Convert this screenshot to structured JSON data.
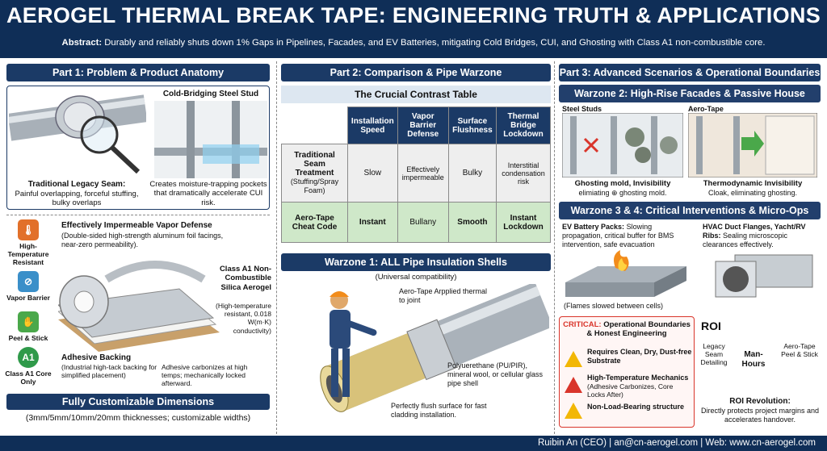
{
  "header": {
    "title": "AEROGEL THERMAL BREAK TAPE: ENGINEERING TRUTH & APPLICATIONS",
    "abstract_label": "Abstract:",
    "abstract_text": "Durably and reliably shuts down 1% Gaps in Pipelines, Facades, and EV Batteries, mitigating Cold Bridges, CUI, and Ghosting with Class A1 non-combustible core."
  },
  "part1": {
    "banner": "Part 1: Problem & Product Anatomy",
    "stud_label": "Cold-Bridging Steel Stud",
    "legacy_title": "Traditional Legacy Seam:",
    "legacy_text": "Painful overlapping, forceful stuffing, bulky overlaps",
    "cui_text": "Creates moisture-trapping pockets that dramatically accelerate CUI risk.",
    "icons": [
      {
        "label": "High-Temperature Resistant",
        "icon": "thermometer-icon",
        "color": "#e2702a"
      },
      {
        "label": "Vapor Barrier",
        "icon": "vapor-barrier-icon",
        "color": "#3a8fc9"
      },
      {
        "label": "Peel & Stick",
        "icon": "peel-stick-icon",
        "color": "#4aa84a"
      },
      {
        "label": "Class A1 Core Only",
        "icon": "a1-badge-icon",
        "color": "#2f9a4a",
        "glyph": "A1"
      }
    ],
    "vapor_title": "Effectively Impermeable Vapor Defense",
    "vapor_text": "(Double-sided high-strength aluminum foil facings, near-zero permeability).",
    "core_title": "Class A1 Non-Combustible Silica Aerogel",
    "core_text": "(High-temperature resistant, 0.018 W(m·K) conductivity)",
    "adhesive_title": "Adhesive Backing",
    "adhesive_text": "(Industrial high-tack backing for simplified placement)",
    "carbonize_text": "Adhesive carbonizes at high temps; mechanically locked afterward.",
    "dims_banner": "Fully Customizable Dimensions",
    "dims_text": "(3mm/5mm/10mm/20mm thicknesses; customizable widths)"
  },
  "part2": {
    "banner": "Part 2: Comparison & Pipe Warzone",
    "table_title": "The Crucial Contrast Table",
    "columns": [
      "Installation Speed",
      "Vapor Barrier Defense",
      "Surface Flushness",
      "Thermal Bridge Lockdown"
    ],
    "row1_head": "Traditional Seam Treatment",
    "row1_sub": "(Stuffing/Spray Foam)",
    "row1": [
      "Slow",
      "Effectively impermeable",
      "Bulky",
      "Interstitial condensation risk"
    ],
    "row2_head": "Aero-Tape Cheat Code",
    "row2": [
      "Instant",
      "Bullany",
      "Smooth",
      "Instant Lockdown"
    ],
    "wz1_banner": "Warzone 1: ALL Pipe Insulation Shells",
    "wz1_sub": "(Universal compatibility)",
    "applied_text": "Aero-Tape Arpplied thermal to joint",
    "shell_text": "Polyuerethane (PU/PIR), mineral wool, or cellular glass pipe shell",
    "flush_text": "Perfectly flush surface for fast cladding installation."
  },
  "part3": {
    "banner": "Part 3: Advanced Scenarios & Operational Boundaries",
    "wz2_banner": "Warzone 2: High-Rise Facades & Passive House",
    "steel_label": "Steel Studs",
    "aero_label": "Aero-Tape",
    "ghost_left_title": "Ghosting mold, Invisibility",
    "ghost_left_text": "elimiating ⊕ ghosting mold.",
    "ghost_right_title": "Thermodynamic Invisibility",
    "ghost_right_text": "Cloak, eliminating ghosting.",
    "wz34_banner": "Warzone 3 & 4: Critical Interventions & Micro-Ops",
    "ev_title": "EV Battery Packs:",
    "ev_text": "Slowing propagation, critical buffer for BMS intervention, safe evacuation",
    "hvac_title": "HVAC Duct Flanges, Yacht/RV Ribs:",
    "hvac_text": "Sealing microscopic clearances effectively.",
    "flames_text": "(Flames slowed between cells)",
    "critical_label": "CRITICAL:",
    "critical_title": "Operational Boundaries & Honest Engineering",
    "boundaries": [
      {
        "text": "Requires Clean, Dry, Dust-free Substrate",
        "icon": "warning-icon",
        "color": "#f2b705"
      },
      {
        "text": "High-Temperature Mechanics",
        "sub": "(Adhesive Carbonizes, Core Locks After)",
        "icon": "fire-warning-icon",
        "color": "#d9352b"
      },
      {
        "text": "Non-Load-Bearing structure",
        "icon": "warning-icon",
        "color": "#f2b705"
      }
    ],
    "roi_title": "ROI",
    "roi_left": "Legacy Seam Detailing",
    "roi_center": "Man-Hours",
    "roi_right": "Aero-Tape Peel & Stick",
    "roi_rev_title": "ROI Revolution:",
    "roi_rev_text": "Directly protects project margins and accelerates handover."
  },
  "footer": {
    "text": "Ruibin An (CEO)  |  an@cn-aerogel.com  |  Web: www.cn-aerogel.com"
  },
  "colors": {
    "navy": "#0f2e57",
    "banner": "#1b3a66",
    "green_row": "#cfe8c9",
    "critical": "#d9352b"
  }
}
